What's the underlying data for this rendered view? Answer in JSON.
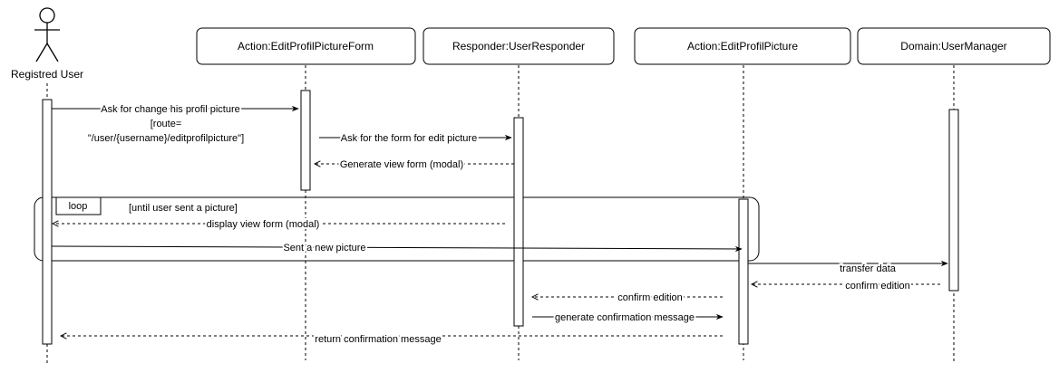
{
  "actor": {
    "label": "Registred User"
  },
  "participants": [
    {
      "label": "Action:EditProfilPictureForm"
    },
    {
      "label": "Responder:UserResponder"
    },
    {
      "label": "Action:EditProfilPicture"
    },
    {
      "label": "Domain:UserManager"
    }
  ],
  "loop": {
    "tag": "loop",
    "guard": "[until user sent a picture]"
  },
  "messages": [
    {
      "line1": "Ask for change his profil picture",
      "line2": "[route=",
      "line3": "\"/user/{username}/editprofilpicture\"]"
    },
    {
      "text": "Ask for the form for edit picture"
    },
    {
      "text": "Generate view form (modal)"
    },
    {
      "text": "display view form (modal)"
    },
    {
      "text": "Sent a new picture"
    },
    {
      "text": "transfer data"
    },
    {
      "text": "confirm edition"
    },
    {
      "text": "confirm edition"
    },
    {
      "text": "generate confirmation message"
    },
    {
      "text": "return confirmation message"
    }
  ]
}
